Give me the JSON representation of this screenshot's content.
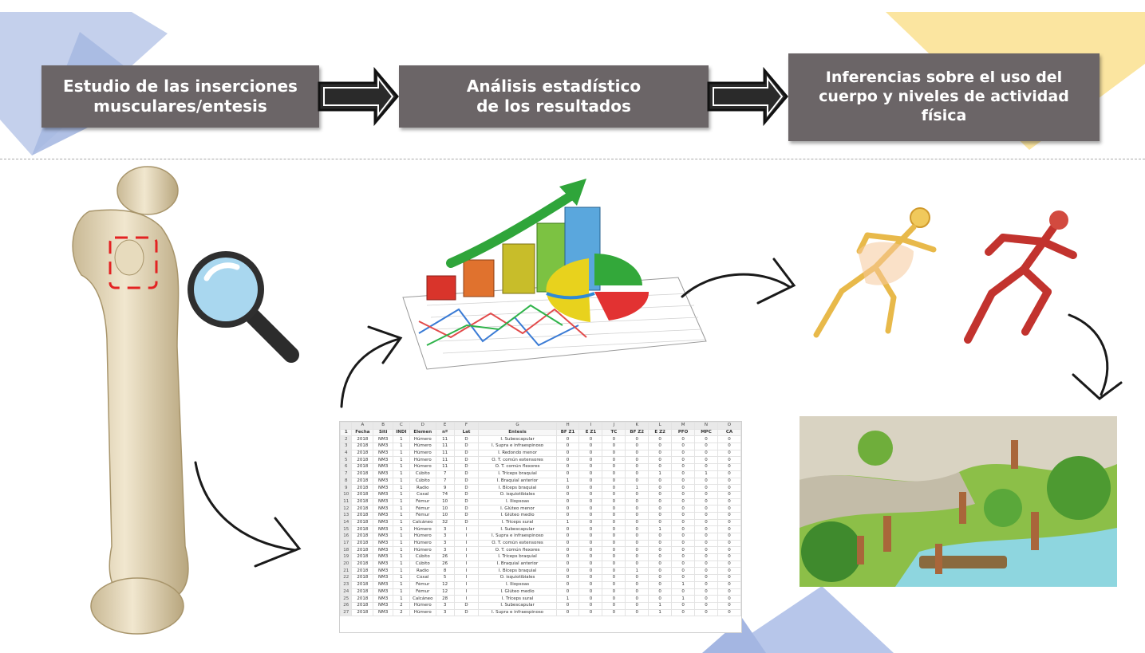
{
  "flow": {
    "steps": [
      {
        "label": "Estudio de las inserciones\nmusculares/entesis"
      },
      {
        "label": "Análisis estadístico\nde los resultados"
      },
      {
        "label": "Inferencias sobre el uso del\ncuerpo y niveles de actividad\nfísica"
      }
    ]
  },
  "colors": {
    "box": "#6b6567",
    "accent_blue": "#aebfe5",
    "accent_yellow": "#fbe39a",
    "bone": "#e8dcc0",
    "highlight": "#e32222"
  },
  "icons": [
    "femur-bone",
    "magnifying-glass-icon",
    "statistics-chart-icon",
    "running-skeleton",
    "running-muscle-figure",
    "prehistoric-scene",
    "curved-arrow-icon"
  ],
  "spreadsheet": {
    "column_letters": [
      "A",
      "B",
      "C",
      "D",
      "E",
      "F",
      "G",
      "H",
      "I",
      "J",
      "K",
      "L",
      "M",
      "N",
      "O"
    ],
    "headers": [
      "Fecha",
      "Siti",
      "INDI",
      "Elemen",
      "nº",
      "Lat",
      "Entesis",
      "BF Z1",
      "E Z1",
      "TC",
      "BF Z2",
      "E Z2",
      "PFO",
      "MPC",
      "CA"
    ],
    "rows": [
      [
        "2",
        "2018",
        "NM3",
        "1",
        "Húmero",
        "11",
        "D",
        "I. Subescapular",
        "0",
        "0",
        "0",
        "0",
        "0",
        "0",
        "0",
        "0"
      ],
      [
        "3",
        "2018",
        "NM3",
        "1",
        "Húmero",
        "11",
        "D",
        "I. Supra e infraespinoso",
        "0",
        "0",
        "0",
        "0",
        "0",
        "0",
        "0",
        "0"
      ],
      [
        "4",
        "2018",
        "NM3",
        "1",
        "Húmero",
        "11",
        "D",
        "I. Redondo menor",
        "0",
        "0",
        "0",
        "0",
        "0",
        "0",
        "0",
        "0"
      ],
      [
        "5",
        "2018",
        "NM3",
        "1",
        "Húmero",
        "11",
        "D",
        "O. T. común extensores",
        "0",
        "0",
        "0",
        "0",
        "0",
        "0",
        "0",
        "0"
      ],
      [
        "6",
        "2018",
        "NM3",
        "1",
        "Húmero",
        "11",
        "D",
        "O. T. común flexores",
        "0",
        "0",
        "0",
        "0",
        "0",
        "0",
        "0",
        "0"
      ],
      [
        "7",
        "2018",
        "NM3",
        "1",
        "Cúbito",
        "7",
        "D",
        "I. Tríceps braquial",
        "0",
        "0",
        "0",
        "0",
        "1",
        "0",
        "1",
        "0"
      ],
      [
        "8",
        "2018",
        "NM3",
        "1",
        "Cúbito",
        "7",
        "D",
        "I. Braquial anterior",
        "1",
        "0",
        "0",
        "0",
        "0",
        "0",
        "0",
        "0"
      ],
      [
        "9",
        "2018",
        "NM3",
        "1",
        "Radio",
        "9",
        "D",
        "I. Bíceps braquial",
        "0",
        "0",
        "0",
        "1",
        "0",
        "0",
        "0",
        "0"
      ],
      [
        "10",
        "2018",
        "NM3",
        "1",
        "Coxal",
        "74",
        "D",
        "O. isquiotibiales",
        "0",
        "0",
        "0",
        "0",
        "0",
        "0",
        "0",
        "0"
      ],
      [
        "11",
        "2018",
        "NM3",
        "1",
        "Fémur",
        "10",
        "D",
        "I. Iliopsoas",
        "0",
        "0",
        "0",
        "0",
        "0",
        "0",
        "0",
        "0"
      ],
      [
        "12",
        "2018",
        "NM3",
        "1",
        "Fémur",
        "10",
        "D",
        "I. Glúteo menor",
        "0",
        "0",
        "0",
        "0",
        "0",
        "0",
        "0",
        "0"
      ],
      [
        "13",
        "2018",
        "NM3",
        "1",
        "Fémur",
        "10",
        "D",
        "I. Glúteo medio",
        "0",
        "0",
        "0",
        "0",
        "0",
        "0",
        "0",
        "0"
      ],
      [
        "14",
        "2018",
        "NM3",
        "1",
        "Calcáneo",
        "32",
        "D",
        "I. Tríceps sural",
        "1",
        "0",
        "0",
        "0",
        "0",
        "0",
        "0",
        "0"
      ],
      [
        "15",
        "2018",
        "NM3",
        "1",
        "Húmero",
        "3",
        "I",
        "I. Subescapular",
        "0",
        "0",
        "0",
        "0",
        "1",
        "0",
        "0",
        "0"
      ],
      [
        "16",
        "2018",
        "NM3",
        "1",
        "Húmero",
        "3",
        "I",
        "I. Supra e infraespinoso",
        "0",
        "0",
        "0",
        "0",
        "0",
        "0",
        "0",
        "0"
      ],
      [
        "17",
        "2018",
        "NM3",
        "1",
        "Húmero",
        "3",
        "I",
        "O. T. común extensores",
        "0",
        "0",
        "0",
        "0",
        "0",
        "0",
        "0",
        "0"
      ],
      [
        "18",
        "2018",
        "NM3",
        "1",
        "Húmero",
        "3",
        "I",
        "O. T. común flexores",
        "0",
        "0",
        "0",
        "0",
        "0",
        "0",
        "0",
        "0"
      ],
      [
        "19",
        "2018",
        "NM3",
        "1",
        "Cúbito",
        "26",
        "I",
        "I. Tríceps braquial",
        "0",
        "0",
        "0",
        "0",
        "0",
        "0",
        "0",
        "0"
      ],
      [
        "20",
        "2018",
        "NM3",
        "1",
        "Cúbito",
        "26",
        "I",
        "I. Braquial anterior",
        "0",
        "0",
        "0",
        "0",
        "0",
        "0",
        "0",
        "0"
      ],
      [
        "21",
        "2018",
        "NM3",
        "1",
        "Radio",
        "8",
        "I",
        "I. Bíceps braquial",
        "0",
        "0",
        "0",
        "1",
        "0",
        "0",
        "0",
        "0"
      ],
      [
        "22",
        "2018",
        "NM3",
        "1",
        "Coxal",
        "5",
        "I",
        "O. isquiotibiales",
        "0",
        "0",
        "0",
        "0",
        "0",
        "0",
        "0",
        "0"
      ],
      [
        "23",
        "2018",
        "NM3",
        "1",
        "Fémur",
        "12",
        "I",
        "I. Iliopsoas",
        "0",
        "0",
        "0",
        "0",
        "0",
        "1",
        "0",
        "0"
      ],
      [
        "24",
        "2018",
        "NM3",
        "1",
        "Fémur",
        "12",
        "I",
        "I. Glúteo medio",
        "0",
        "0",
        "0",
        "0",
        "0",
        "0",
        "0",
        "0"
      ],
      [
        "25",
        "2018",
        "NM3",
        "1",
        "Calcáneo",
        "28",
        "I",
        "I. Tríceps sural",
        "1",
        "0",
        "0",
        "0",
        "0",
        "1",
        "0",
        "0"
      ],
      [
        "26",
        "2018",
        "NM3",
        "2",
        "Húmero",
        "3",
        "D",
        "I. Subescapular",
        "0",
        "0",
        "0",
        "0",
        "1",
        "0",
        "0",
        "0"
      ],
      [
        "27",
        "2018",
        "NM3",
        "2",
        "Húmero",
        "3",
        "D",
        "I. Supra e infraespinoso",
        "0",
        "0",
        "0",
        "0",
        "1",
        "0",
        "0",
        "0"
      ]
    ]
  }
}
